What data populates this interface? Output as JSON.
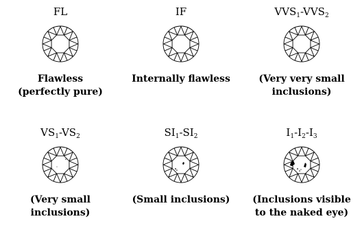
{
  "grades": [
    {
      "title_parts": [
        {
          "t": "FL"
        }
      ],
      "desc_lines": [
        "Flawless",
        "(perfectly pure)"
      ],
      "inclusions": "none"
    },
    {
      "title_parts": [
        {
          "t": "IF"
        }
      ],
      "desc_lines": [
        "Internally flawless"
      ],
      "inclusions": "none"
    },
    {
      "title_parts": [
        {
          "t": "VVS"
        },
        {
          "s": "1"
        },
        {
          "t": "-VVS"
        },
        {
          "s": "2"
        }
      ],
      "desc_lines": [
        "(Very very small",
        "inclusions)"
      ],
      "inclusions": "very-very-small"
    },
    {
      "title_parts": [
        {
          "t": "VS"
        },
        {
          "s": "1"
        },
        {
          "t": "-VS"
        },
        {
          "s": "2"
        }
      ],
      "desc_lines": [
        "(Very small",
        "inclusions)"
      ],
      "inclusions": "very-small"
    },
    {
      "title_parts": [
        {
          "t": "SI"
        },
        {
          "s": "1"
        },
        {
          "t": "-SI"
        },
        {
          "s": "2"
        }
      ],
      "desc_lines": [
        "(Small inclusions)"
      ],
      "inclusions": "small"
    },
    {
      "title_parts": [
        {
          "t": "I"
        },
        {
          "s": "1"
        },
        {
          "t": "-I"
        },
        {
          "s": "2"
        },
        {
          "t": "-I"
        },
        {
          "s": "3"
        }
      ],
      "desc_lines": [
        "(Inclusions visible",
        "to the naked eye)"
      ],
      "inclusions": "visible"
    }
  ],
  "colors": {
    "ink": "#000000",
    "background": "#ffffff"
  }
}
